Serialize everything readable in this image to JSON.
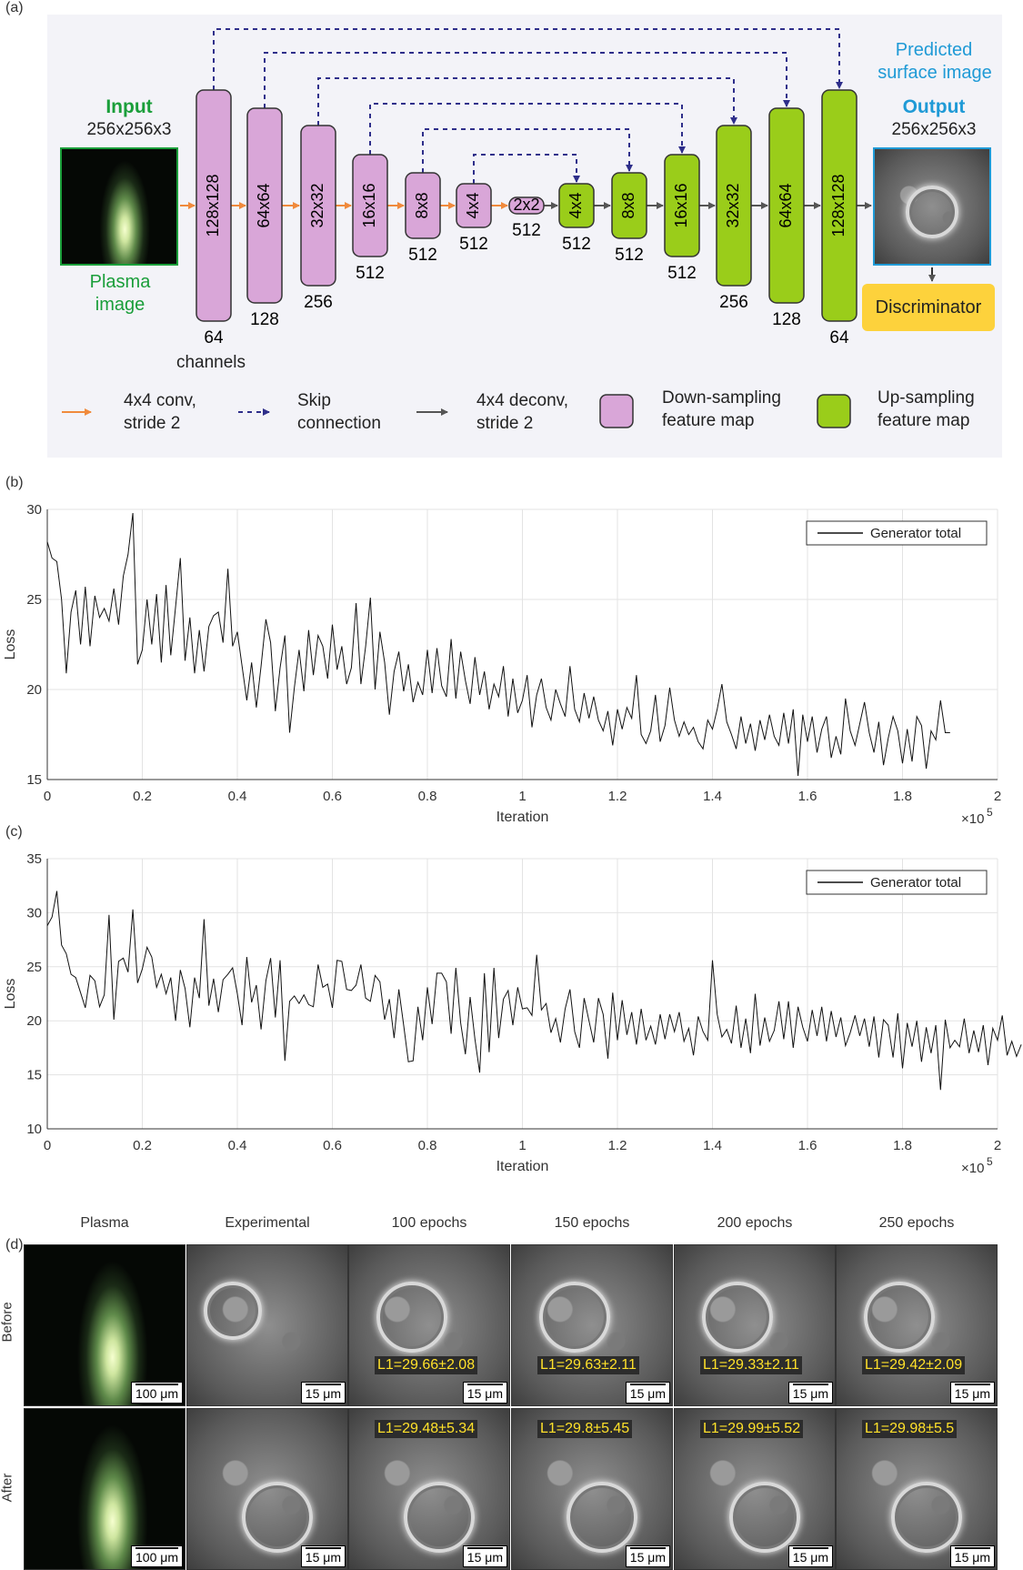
{
  "panels": {
    "a": "(a)",
    "b": "(b)",
    "c": "(c)",
    "d": "(d)"
  },
  "diagram": {
    "input_title": "Input",
    "input_size": "256x256x3",
    "plasma_label_1": "Plasma",
    "plasma_label_2": "image",
    "predicted_1": "Predicted",
    "predicted_2": "surface image",
    "output_title": "Output",
    "output_size": "256x256x3",
    "discriminator": "Discriminator",
    "channels_word": "channels",
    "down_blocks": [
      {
        "size": "128x128",
        "ch": "64"
      },
      {
        "size": "64x64",
        "ch": "128"
      },
      {
        "size": "32x32",
        "ch": "256"
      },
      {
        "size": "16x16",
        "ch": "512"
      },
      {
        "size": "8x8",
        "ch": "512"
      },
      {
        "size": "4x4",
        "ch": "512"
      },
      {
        "size": "2x2",
        "ch": "512"
      }
    ],
    "up_blocks": [
      {
        "size": "4x4",
        "ch": "512"
      },
      {
        "size": "8x8",
        "ch": "512"
      },
      {
        "size": "16x16",
        "ch": "512"
      },
      {
        "size": "32x32",
        "ch": "256"
      },
      {
        "size": "64x64",
        "ch": "128"
      },
      {
        "size": "128x128",
        "ch": "64"
      }
    ],
    "legend": {
      "conv_1": "4x4 conv,",
      "conv_2": "stride 2",
      "skip_1": "Skip",
      "skip_2": "connection",
      "deconv_1": "4x4 deconv,",
      "deconv_2": "stride 2",
      "down_1": "Down-sampling",
      "down_2": "feature map",
      "up_1": "Up-sampling",
      "up_2": "feature map"
    },
    "colors": {
      "down": "#d9a6d8",
      "up": "#9acd1a",
      "conv_arrow": "#f08a3c",
      "skip": "#2e2e8a",
      "deconv_arrow": "#555555",
      "discriminator": "#fdd23c",
      "input_green": "#1a9e3a",
      "output_blue": "#1f9ad6"
    }
  },
  "chart_data": [
    {
      "type": "line",
      "panel": "(b)",
      "xlabel": "Iteration",
      "ylabel": "Loss",
      "x_multiplier": "×10",
      "x_multiplier_exp": "5",
      "xlim": [
        0,
        2
      ],
      "ylim": [
        15,
        30
      ],
      "xticks": [
        "0",
        "0.2",
        "0.4",
        "0.6",
        "0.8",
        "1",
        "1.2",
        "1.4",
        "1.6",
        "1.8",
        "2"
      ],
      "yticks": [
        "15",
        "20",
        "25",
        "30"
      ],
      "grid": true,
      "legend_position": "top-right",
      "series": [
        {
          "name": "Generator total",
          "x_start": 0.0,
          "x_step": 0.01,
          "values": [
            28.2,
            27.3,
            27.1,
            25.0,
            20.9,
            24.3,
            25.5,
            22.5,
            25.7,
            22.4,
            25.2,
            24.0,
            24.5,
            23.8,
            25.6,
            23.6,
            26.3,
            27.5,
            29.8,
            21.4,
            22.2,
            25.0,
            22.5,
            25.3,
            21.5,
            25.8,
            21.9,
            24.6,
            27.3,
            21.6,
            24.0,
            20.9,
            23.3,
            21.0,
            23.5,
            24.1,
            24.3,
            22.6,
            26.7,
            22.4,
            23.2,
            21.3,
            19.4,
            21.5,
            19.0,
            21.3,
            23.9,
            22.6,
            18.8,
            21.2,
            23.0,
            17.6,
            20.1,
            22.2,
            19.9,
            23.3,
            20.8,
            23.0,
            22.4,
            20.6,
            23.6,
            21.1,
            22.4,
            20.3,
            21.2,
            24.8,
            20.3,
            22.4,
            25.1,
            20.0,
            23.2,
            21.5,
            18.6,
            21.0,
            22.1,
            19.9,
            21.4,
            19.3,
            20.4,
            19.7,
            22.2,
            19.8,
            22.3,
            20.2,
            19.6,
            22.8,
            19.5,
            22.1,
            20.5,
            19.2,
            21.8,
            19.7,
            21.0,
            18.9,
            20.3,
            19.6,
            21.3,
            18.5,
            20.6,
            18.7,
            19.4,
            20.8,
            17.9,
            19.7,
            20.6,
            19.0,
            18.3,
            20.0,
            19.2,
            18.5,
            21.3,
            18.9,
            18.2,
            19.8,
            18.4,
            19.6,
            18.3,
            17.7,
            18.8,
            16.9,
            18.9,
            17.8,
            19.0,
            18.4,
            20.8,
            17.5,
            17.0,
            17.7,
            19.7,
            17.1,
            18.0,
            20.1,
            18.3,
            17.4,
            18.2,
            17.5,
            17.9,
            17.1,
            16.7,
            18.3,
            17.8,
            18.9,
            20.3,
            18.2,
            17.5,
            16.7,
            18.5,
            17.0,
            18.1,
            16.6,
            18.3,
            17.2,
            18.6,
            17.4,
            16.9,
            18.7,
            17.0,
            18.9,
            15.2,
            18.6,
            17.1,
            18.5,
            16.5,
            17.8,
            18.5,
            16.2,
            17.4,
            16.4,
            19.5,
            17.7,
            16.9,
            18.1,
            19.3,
            17.6,
            16.5,
            18.2,
            15.8,
            17.3,
            18.5,
            17.7,
            15.9,
            17.8,
            16.0,
            18.5,
            18.0,
            15.6,
            17.7,
            17.2,
            19.4,
            17.6,
            17.6
          ]
        }
      ]
    },
    {
      "type": "line",
      "panel": "(c)",
      "xlabel": "Iteration",
      "ylabel": "Loss",
      "x_multiplier": "×10",
      "x_multiplier_exp": "5",
      "xlim": [
        0,
        2
      ],
      "ylim": [
        10,
        35
      ],
      "xticks": [
        "0",
        "0.2",
        "0.4",
        "0.6",
        "0.8",
        "1",
        "1.2",
        "1.4",
        "1.6",
        "1.8",
        "2"
      ],
      "yticks": [
        "10",
        "15",
        "20",
        "25",
        "30",
        "35"
      ],
      "grid": true,
      "legend_position": "top-right",
      "series": [
        {
          "name": "Generator total",
          "x_start": 0.0,
          "x_step": 0.01,
          "values": [
            28.8,
            29.6,
            32.0,
            27.0,
            26.2,
            24.3,
            24.0,
            22.6,
            21.2,
            24.2,
            23.7,
            21.3,
            22.4,
            29.8,
            20.1,
            25.5,
            25.8,
            24.5,
            30.3,
            23.5,
            24.8,
            26.8,
            25.9,
            23.1,
            24.3,
            22.5,
            24.0,
            20.0,
            24.7,
            23.0,
            19.4,
            24.0,
            22.1,
            29.4,
            21.4,
            23.9,
            20.8,
            23.8,
            24.3,
            24.9,
            22.5,
            19.6,
            25.9,
            21.7,
            23.3,
            19.2,
            23.7,
            25.8,
            20.3,
            25.6,
            16.3,
            21.8,
            22.3,
            21.6,
            22.4,
            21.5,
            21.3,
            25.2,
            23.1,
            23.4,
            21.2,
            25.6,
            25.5,
            22.9,
            22.8,
            23.3,
            25.2,
            22.1,
            21.8,
            24.2,
            23.6,
            20.1,
            22.0,
            18.4,
            22.9,
            19.6,
            16.2,
            16.3,
            21.3,
            18.2,
            23.1,
            19.7,
            24.4,
            24.4,
            23.6,
            18.8,
            24.9,
            19.8,
            16.9,
            22.2,
            18.3,
            15.2,
            24.4,
            17.1,
            24.9,
            18.4,
            22.0,
            22.8,
            19.6,
            23.1,
            21.1,
            21.2,
            20.5,
            26.1,
            21.0,
            21.6,
            18.9,
            20.2,
            18.0,
            21.1,
            22.9,
            19.0,
            17.5,
            22.1,
            20.0,
            18.0,
            22.1,
            20.6,
            16.5,
            22.6,
            18.2,
            21.9,
            18.7,
            20.8,
            17.8,
            21.1,
            18.2,
            19.5,
            17.8,
            20.6,
            18.3,
            20.6,
            19.0,
            20.8,
            18.1,
            19.3,
            16.8,
            20.4,
            19.0,
            18.2,
            25.6,
            20.6,
            18.5,
            19.2,
            17.9,
            21.4,
            17.5,
            20.2,
            17.0,
            22.5,
            17.7,
            20.3,
            18.1,
            19.1,
            21.8,
            18.3,
            21.8,
            17.5,
            21.3,
            19.4,
            18.1,
            21.0,
            18.6,
            21.3,
            18.1,
            20.9,
            18.5,
            20.3,
            17.7,
            18.9,
            20.5,
            18.6,
            20.2,
            17.6,
            20.4,
            16.6,
            20.1,
            19.6,
            16.6,
            20.7,
            15.6,
            19.8,
            17.6,
            20.0,
            16.2,
            19.4,
            17.0,
            19.6,
            13.6,
            20.1,
            17.5,
            18.2,
            17.6,
            20.2,
            17.0,
            19.1,
            17.1,
            19.6,
            15.9,
            19.3,
            18.2,
            20.5,
            16.8,
            18.1,
            16.7,
            17.8
          ]
        }
      ]
    }
  ],
  "figure_d": {
    "columns": [
      "Plasma",
      "Experimental",
      "100 epochs",
      "150 epochs",
      "200 epochs",
      "250 epochs"
    ],
    "rows": [
      "Before",
      "After"
    ],
    "scale_plasma": "100 μm",
    "scale_sem": "15 μm",
    "l1_before": [
      "L1=29.66±2.08",
      "L1=29.63±2.11",
      "L1=29.33±2.11",
      "L1=29.42±2.09"
    ],
    "l1_after": [
      "L1=29.48±5.34",
      "L1=29.8±5.45",
      "L1=29.99±5.52",
      "L1=29.98±5.5"
    ]
  }
}
